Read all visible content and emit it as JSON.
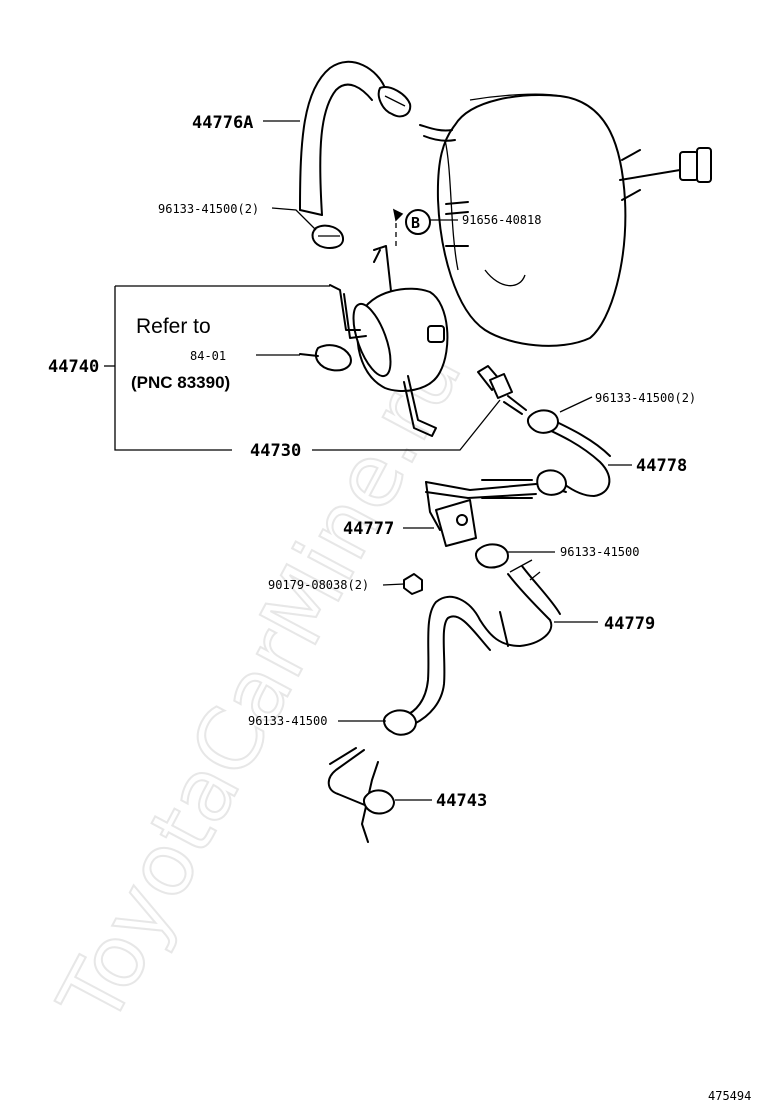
{
  "watermark": "ToyotaCarMine.ru",
  "image_number": "475494",
  "callouts": {
    "hose_upper": "44776A",
    "clamp_upper": "96133-41500(2)",
    "bolt_b": "91656-40818",
    "refer_group": "44740",
    "refer_to": "Refer to",
    "refer_page": "84-01",
    "refer_pnc": "(PNC 83390)",
    "check_valve": "44730",
    "clamp_right": "96133-41500(2)",
    "hose_right": "44778",
    "bracket": "44777",
    "clamp_mid": "96133-41500",
    "nut": "90179-08038(2)",
    "hose_lower": "44779",
    "clamp_lower": "96133-41500",
    "union": "44743"
  },
  "symbols": {
    "bolt_marker_letter": "B"
  }
}
